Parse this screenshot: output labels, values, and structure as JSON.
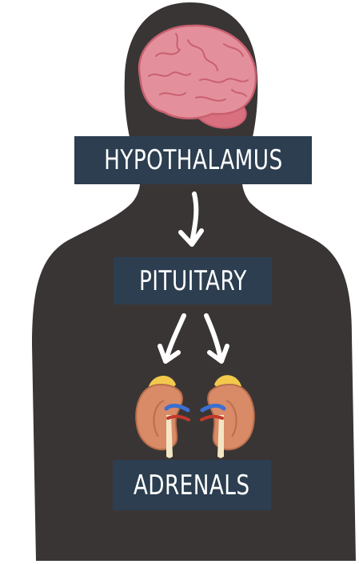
{
  "diagram": {
    "nodes": [
      {
        "id": "hypothalamus",
        "label": "HYPOTHALAMUS"
      },
      {
        "id": "pituitary",
        "label": "PITUITARY"
      },
      {
        "id": "adrenals",
        "label": "ADRENALS"
      }
    ],
    "edges": [
      {
        "from": "hypothalamus",
        "to": "pituitary"
      },
      {
        "from": "pituitary",
        "to": "adrenals"
      },
      {
        "from": "pituitary",
        "to": "adrenals"
      }
    ]
  },
  "colors": {
    "background": "#ffffff",
    "silhouette": "#3a3535",
    "label_box": "#2c3e50",
    "label_text": "#ffffff",
    "arrow": "#ffffff",
    "brain": "#e3909c",
    "brain_outline": "#c9606f",
    "cerebellum": "#d9707f",
    "kidney": "#d98a66",
    "adrenal_gland": "#f2c94c",
    "vein": "#3b6fd1",
    "artery": "#c0392b",
    "ureter": "#f3e6c4"
  },
  "icons": [
    "brain-icon",
    "left-kidney-icon",
    "right-kidney-icon",
    "body-silhouette"
  ]
}
